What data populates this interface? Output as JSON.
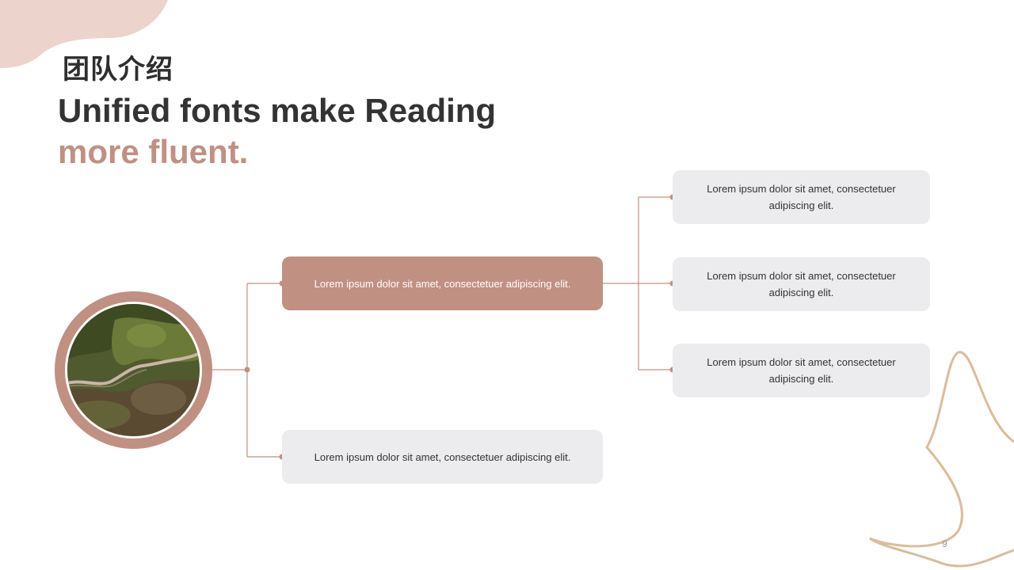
{
  "slide": {
    "title_cn": "团队介绍",
    "title_en_line1": "Unified fonts make Reading",
    "title_en_line2": "more fluent.",
    "page_number": "9"
  },
  "diagram": {
    "main_box": "Lorem ipsum dolor sit amet, consectetuer adipiscing elit.",
    "lower_box": "Lorem ipsum dolor sit amet, consectetuer adipiscing elit.",
    "right_boxes": [
      "Lorem ipsum dolor sit amet, consectetuer adipiscing elit.",
      "Lorem ipsum dolor sit amet, consectetuer adipiscing elit.",
      "Lorem ipsum dolor sit amet, consectetuer adipiscing elit."
    ]
  },
  "colors": {
    "accent": "#c09082",
    "box_gray": "#ececee",
    "title_dark": "#333333",
    "deco_blob": "#ecd3cb",
    "deco_line": "#d9bd9a"
  }
}
